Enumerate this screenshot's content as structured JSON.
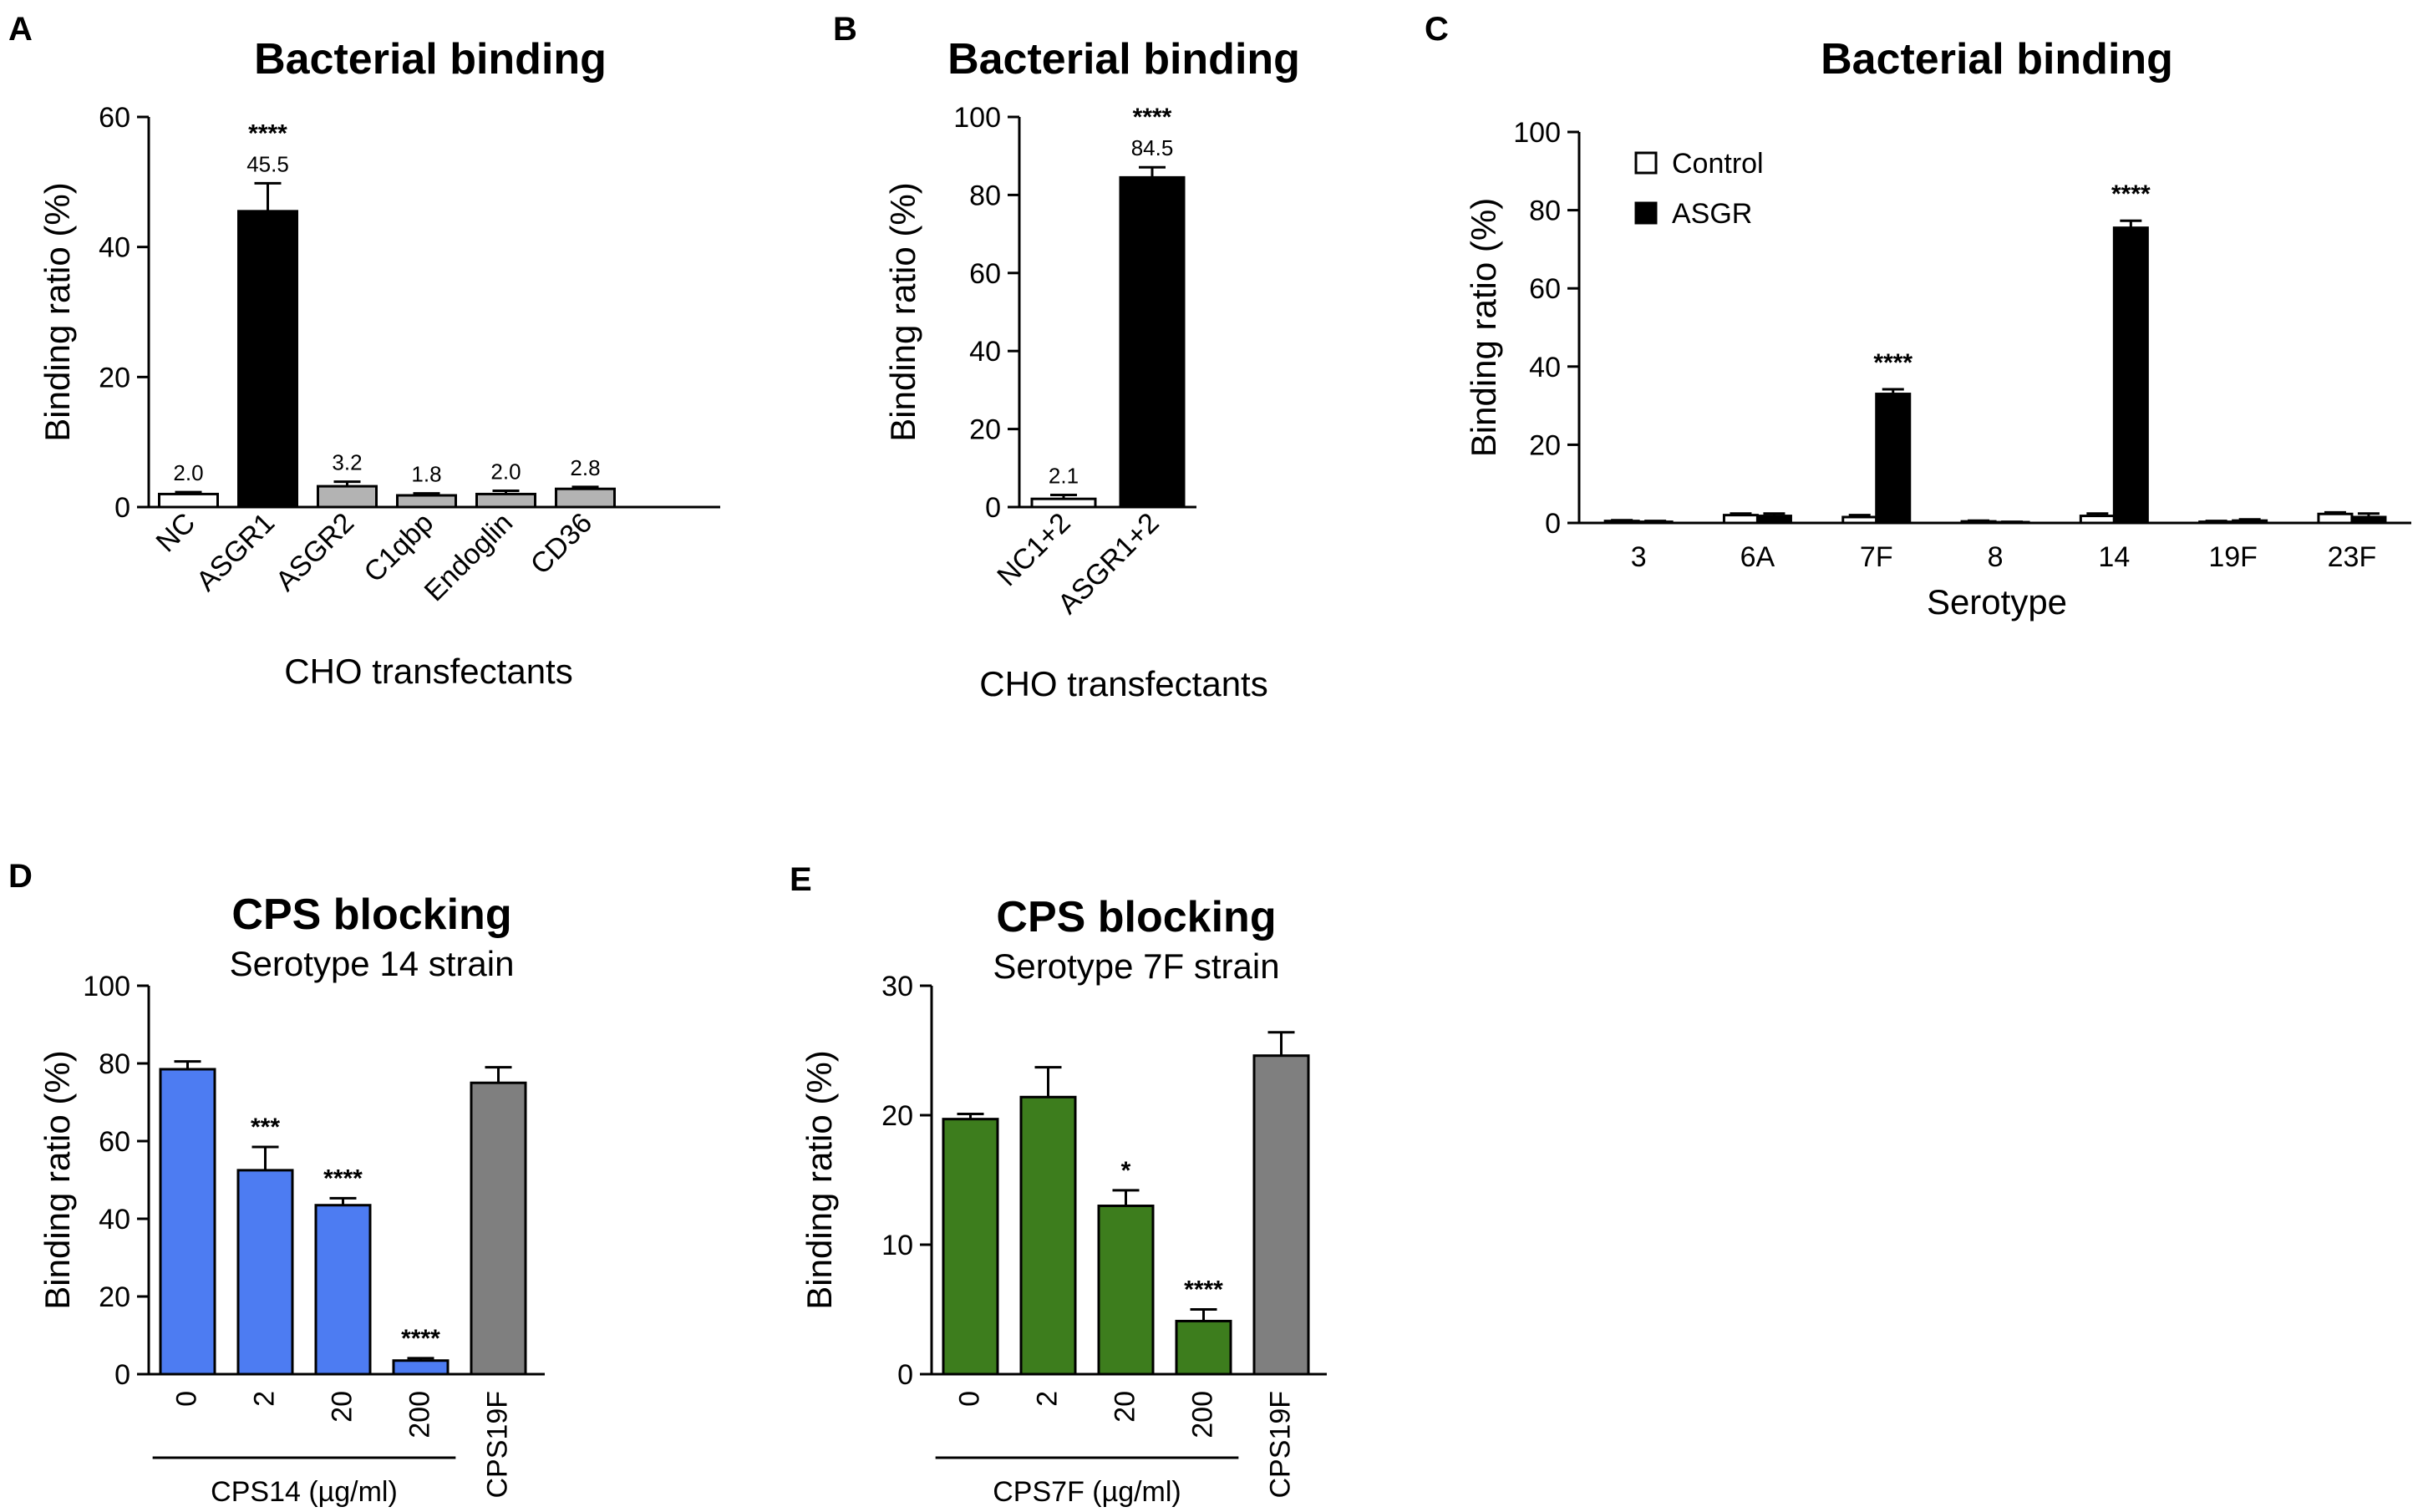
{
  "panels": {
    "A": "A",
    "B": "B",
    "C": "C",
    "D": "D",
    "E": "E"
  },
  "colors": {
    "white": "#ffffff",
    "black": "#000000",
    "light_gray": "#b3b3b3",
    "blue": "#4d7cf2",
    "green": "#3d7d1d",
    "gray": "#7f7f7f"
  },
  "chart_data": [
    {
      "id": "A",
      "type": "bar",
      "title": "Bacterial binding",
      "ylabel": "Binding ratio (%)",
      "xlabel": "CHO transfectants",
      "ylim": [
        0,
        60
      ],
      "yticks": [
        0,
        20,
        40,
        60
      ],
      "categories": [
        "NC",
        "ASGR1",
        "ASGR2",
        "C1qbp",
        "Endoglin",
        "CD36"
      ],
      "values": [
        2.0,
        45.5,
        3.2,
        1.8,
        2.0,
        2.8
      ],
      "errors": [
        0.3,
        4.3,
        0.7,
        0.3,
        0.5,
        0.3
      ],
      "data_labels": [
        "2.0",
        "45.5",
        "3.2",
        "1.8",
        "2.0",
        "2.8"
      ],
      "significance": [
        "",
        "****",
        "",
        "",
        "",
        ""
      ],
      "fills": [
        "white",
        "black",
        "light_gray",
        "light_gray",
        "light_gray",
        "light_gray"
      ],
      "grid": false
    },
    {
      "id": "B",
      "type": "bar",
      "title": "Bacterial binding",
      "ylabel": "Binding ratio (%)",
      "xlabel": "CHO transfectants",
      "ylim": [
        0,
        100
      ],
      "yticks": [
        0,
        20,
        40,
        60,
        80,
        100
      ],
      "categories": [
        "NC1+2",
        "ASGR1+2"
      ],
      "values": [
        2.1,
        84.5
      ],
      "errors": [
        1.0,
        2.6
      ],
      "data_labels": [
        "2.1",
        "84.5"
      ],
      "significance": [
        "",
        "****"
      ],
      "fills": [
        "white",
        "black"
      ],
      "grid": false
    },
    {
      "id": "C",
      "type": "bar",
      "title": "Bacterial binding",
      "ylabel": "Binding ratio (%)",
      "xlabel": "Serotype",
      "ylim": [
        0,
        100
      ],
      "yticks": [
        0,
        20,
        40,
        60,
        80,
        100
      ],
      "categories": [
        "3",
        "6A",
        "7F",
        "8",
        "14",
        "19F",
        "23F"
      ],
      "series": [
        {
          "name": "Control",
          "fill": "white",
          "values": [
            0.5,
            2.0,
            1.5,
            0.4,
            1.8,
            0.3,
            2.3
          ],
          "errors": [
            0.2,
            0.4,
            0.5,
            0.2,
            0.6,
            0.2,
            0.4
          ]
        },
        {
          "name": "ASGR",
          "fill": "black",
          "values": [
            0.3,
            1.8,
            33.0,
            0.2,
            75.5,
            0.6,
            1.5
          ],
          "errors": [
            0.2,
            0.6,
            1.2,
            0.1,
            1.8,
            0.3,
            0.9
          ]
        }
      ],
      "significance": [
        "",
        "",
        "****",
        "",
        "****",
        "",
        ""
      ],
      "legend": "top-left",
      "grid": false
    },
    {
      "id": "D",
      "type": "bar",
      "title": "CPS blocking",
      "subtitle": "Serotype 14 strain",
      "ylabel": "Binding ratio (%)",
      "group_label": "CPS14 (µg/ml)",
      "ylim": [
        0,
        100
      ],
      "yticks": [
        0,
        20,
        40,
        60,
        80,
        100
      ],
      "categories": [
        "0",
        "2",
        "20",
        "200",
        "CPS19F"
      ],
      "values": [
        78.5,
        52.5,
        43.5,
        3.5,
        75.0
      ],
      "errors": [
        2.0,
        6.0,
        1.8,
        0.6,
        4.0
      ],
      "significance": [
        "",
        "***",
        "****",
        "****",
        ""
      ],
      "fills": [
        "blue",
        "blue",
        "blue",
        "blue",
        "gray"
      ],
      "grid": false
    },
    {
      "id": "E",
      "type": "bar",
      "title": "CPS blocking",
      "subtitle": "Serotype 7F strain",
      "ylabel": "Binding ratio (%)",
      "group_label": "CPS7F (µg/ml)",
      "ylim": [
        0,
        30
      ],
      "yticks": [
        0,
        10,
        20,
        30
      ],
      "categories": [
        "0",
        "2",
        "20",
        "200",
        "CPS19F"
      ],
      "values": [
        19.7,
        21.4,
        13.0,
        4.1,
        24.6
      ],
      "errors": [
        0.4,
        2.3,
        1.2,
        0.9,
        1.8
      ],
      "significance": [
        "",
        "",
        "*",
        "****",
        ""
      ],
      "fills": [
        "green",
        "green",
        "green",
        "green",
        "gray"
      ],
      "grid": false
    }
  ]
}
